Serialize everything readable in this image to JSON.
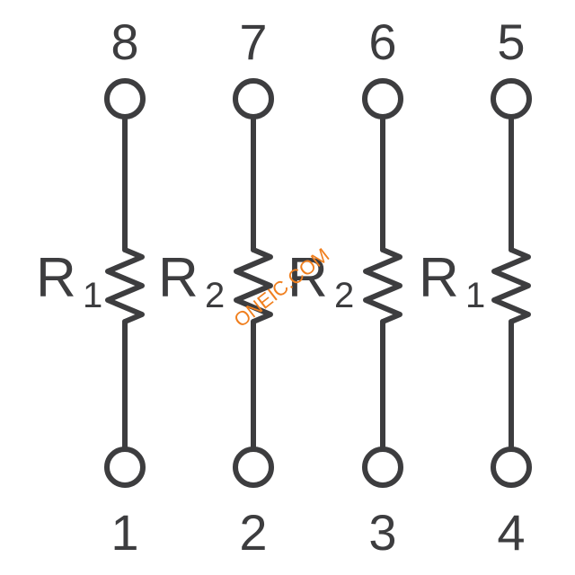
{
  "diagram": {
    "colors": {
      "line": "#3d3d3f",
      "watermark": "#f07f1e"
    },
    "resistors": [
      {
        "letter": "R",
        "sub": "1",
        "top_pin": "8",
        "bottom_pin": "1"
      },
      {
        "letter": "R",
        "sub": "2",
        "top_pin": "7",
        "bottom_pin": "2"
      },
      {
        "letter": "R",
        "sub": "2",
        "top_pin": "6",
        "bottom_pin": "3"
      },
      {
        "letter": "R",
        "sub": "1",
        "top_pin": "5",
        "bottom_pin": "4"
      }
    ],
    "watermark": "ONEIC.COM"
  }
}
